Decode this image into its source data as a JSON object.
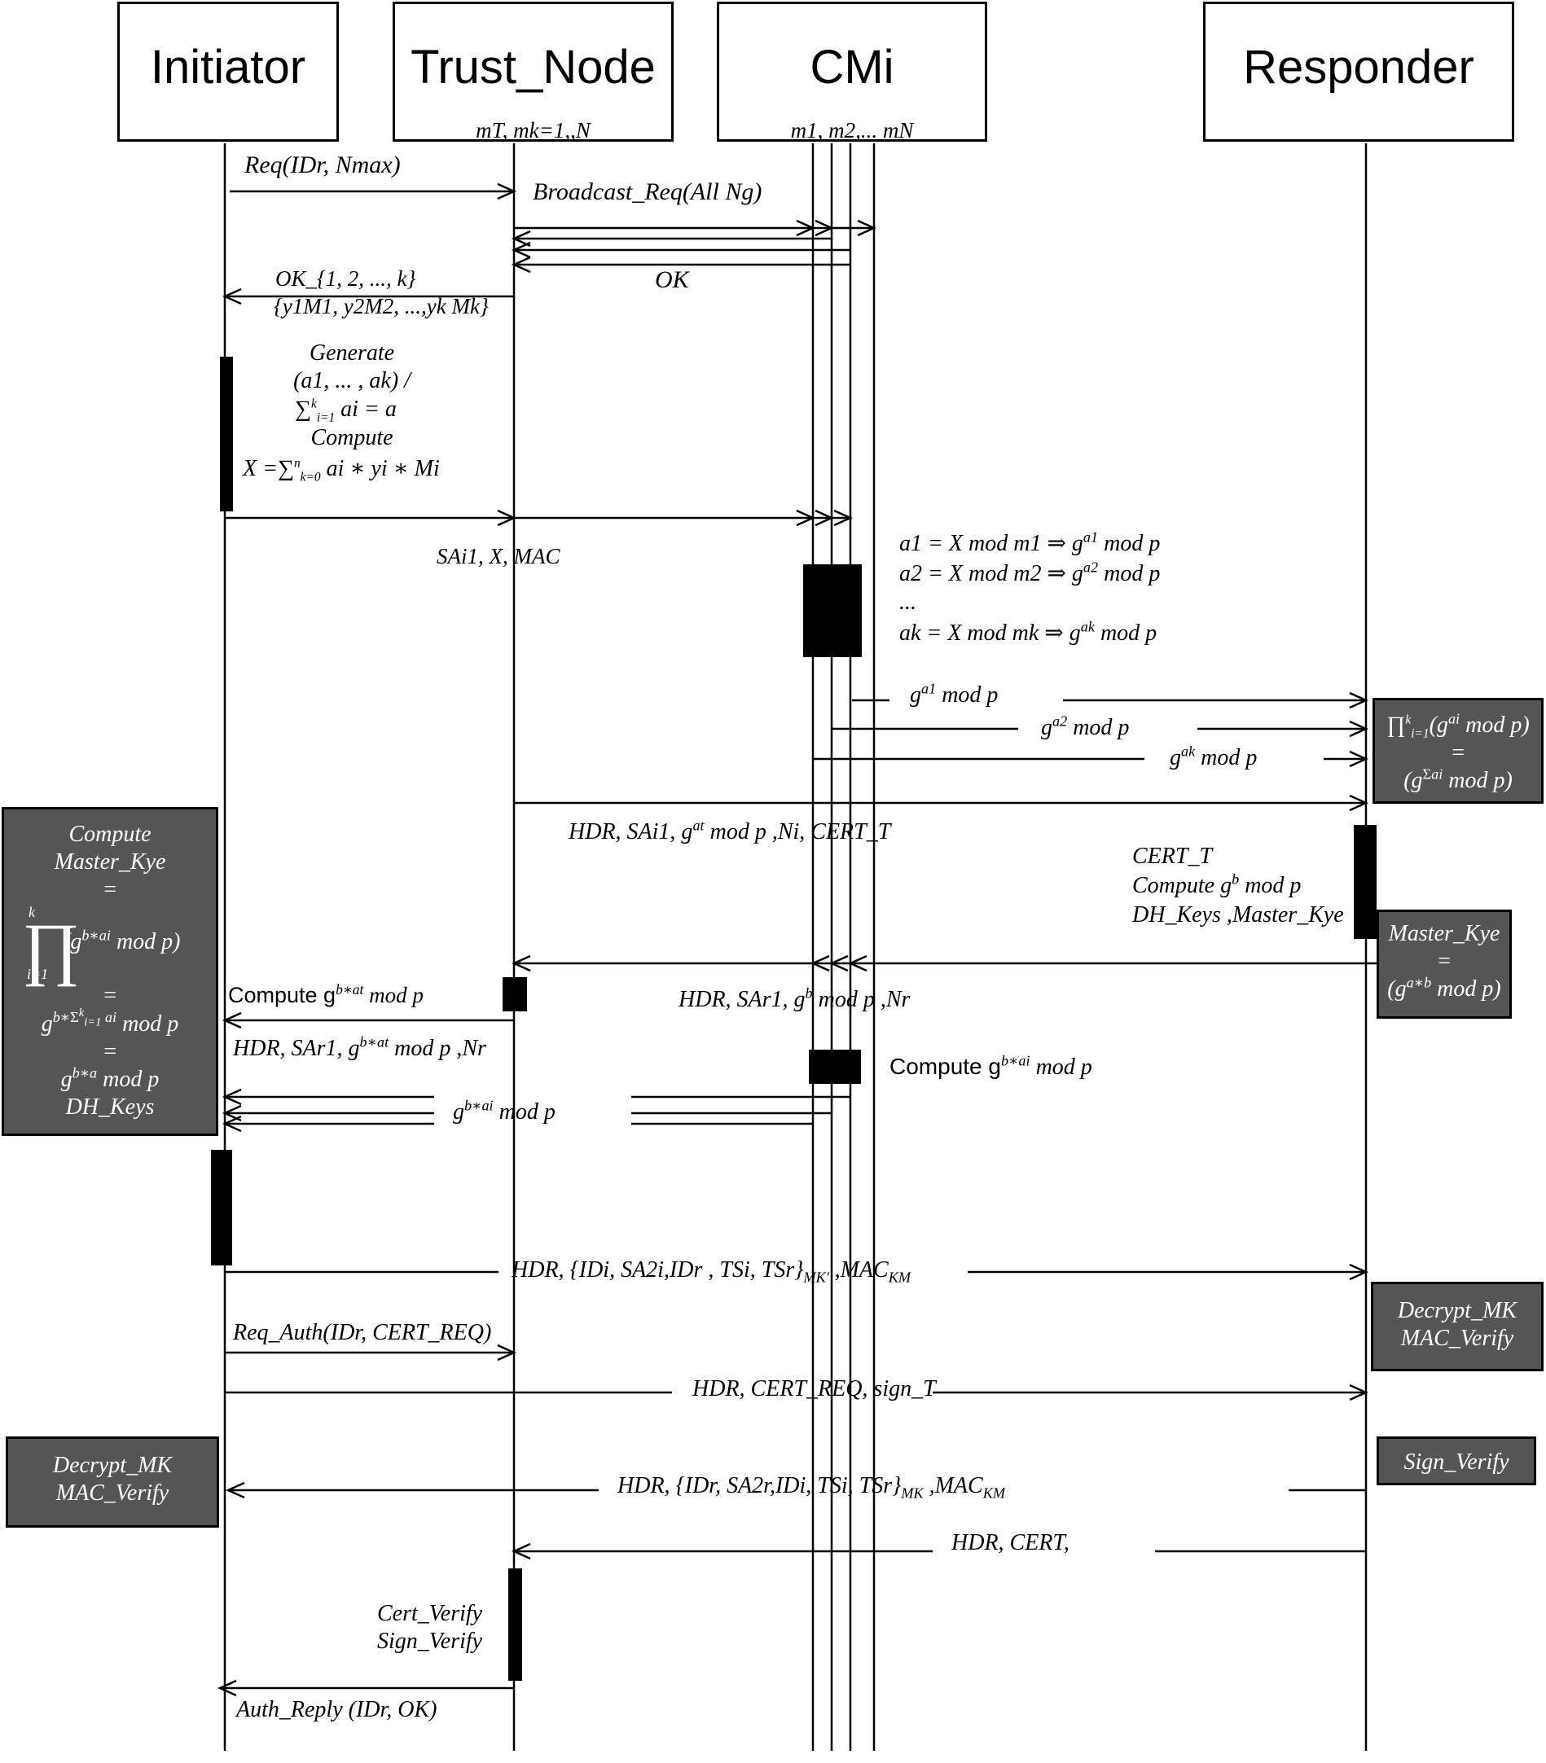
{
  "participants": {
    "initiator": {
      "title": "Initiator"
    },
    "trust_node": {
      "title": "Trust_Node",
      "sub": "mT,  mk=1,,N"
    },
    "cmi": {
      "title": "CMi",
      "sub": "m1, m2,... mN"
    },
    "responder": {
      "title": "Responder"
    }
  },
  "messages": {
    "req": "Req(IDr, Nmax)",
    "broadcast": "Broadcast_Req(All Ng)",
    "ok": "OK",
    "ok_set": "OK_{1, 2, ..., k}",
    "y_set": "{y1M1, y2M2, ...,yk Mk}",
    "sai1": "SAi1, X, MAC",
    "hdr_sai1": "HDR, SAi1, g",
    "hdr_sai1_exp": "at",
    "hdr_sai1_rest": " mod p ,Ni,  CERT_T",
    "hdr_sar1": "HDR, SAr1, g",
    "hdr_sar1_exp": "b",
    "hdr_sar1_rest": "  mod p ,Nr",
    "hdr_sar1_left": "HDR, SAr1, g",
    "hdr_sar1_left_exp": "b∗at",
    "hdr_sar1_left_rest": "  mod p ,Nr",
    "compute_bat": "Compute g",
    "compute_bat_exp": "b∗at",
    "compute_bat_rest": "  mod p",
    "compute_bai": "Compute g",
    "compute_bai_exp": "b∗ai",
    "compute_bai_rest": "  mod p",
    "g_bai": "g",
    "g_bai_exp": "b∗ai",
    "g_bai_rest": "  mod p",
    "g_a1": "g",
    "g_a1_exp": "a1",
    "g_a1_rest": "  mod p",
    "g_a2": "g",
    "g_a2_exp": "a2",
    "g_a2_rest": "  mod p",
    "g_ak": "g",
    "g_ak_exp": "ak",
    "g_ak_rest": "  mod p",
    "idi_msg": "HDR, {IDi, SA2i,IDr , TSi, TSr}",
    "idi_msg_sub": "MK'",
    "idi_msg_mac": "  ,MAC",
    "idi_msg_mac_sub": "KM",
    "req_auth": "Req_Auth(IDr, CERT_REQ)",
    "cert_req": "HDR, CERT_REQ, sign_T",
    "idr_msg": "HDR, {IDr, SA2r,IDi, TSi, TSr}",
    "idr_msg_sub": "MK",
    "idr_msg_mac": "  ,MAC",
    "idr_msg_mac_sub": "KM",
    "hdr_cert": "HDR, CERT,",
    "auth_reply": "Auth_Reply (IDr, OK)"
  },
  "notes": {
    "generate": "Generate",
    "a_list": "(a1, ... , ak) /",
    "sum_rest": " ai = a",
    "compute": "Compute",
    "x_eq": "X =",
    "x_rest": " ai ∗ yi  ∗ Mi",
    "cmi_eqs": [
      {
        "left": "a1 = X mod m1 ⇒  g",
        "exp": "a1",
        "right": "  mod p"
      },
      {
        "left": "a2 = X mod m2 ⇒ g",
        "exp": "a2",
        "right": "  mod p"
      },
      {
        "left": "...",
        "exp": "",
        "right": ""
      },
      {
        "left": "ak = X mod mk ⇒  g",
        "exp": "ak",
        "right": "  mod p"
      }
    ],
    "resp_cert": "CERT_T",
    "resp_compute": "Compute g",
    "resp_compute_exp": "b",
    "resp_compute_rest": " mod p",
    "resp_keys": "DH_Keys ,Master_Kye",
    "cert_verify": "Cert_Verify",
    "sign_verify": "Sign_Verify"
  },
  "boxes": {
    "product": {
      "eq": "=",
      "rhs_pre": "(g",
      "rhs_exp_pre": "Σ",
      "rhs_exp": "ai",
      "rhs_post": " mod p)",
      "lhs_tail": "(g",
      "lhs_exp": "ai",
      "lhs_post": " mod p)"
    },
    "master_kye_right": {
      "l1": "Master_Kye",
      "l2": "=",
      "l3": "(g",
      "l3_exp": "a∗b",
      "l3_post": " mod p)"
    },
    "compute_master": {
      "l1": "Compute",
      "l2": "Master_Kye",
      "l3": "=",
      "l4_exp": "b∗ai",
      "l4_post": " mod p)",
      "l5": "=",
      "l6_exp": "ai",
      "l6_post": " mod p",
      "l7": "=",
      "l8_exp": "b∗a",
      "l8_post": " mod p",
      "l9": "DH_Keys"
    },
    "decrypt_right": {
      "l1": "Decrypt_MK",
      "l2": "MAC_Verify"
    },
    "sign_verify_right": {
      "l1": "Sign_Verify"
    },
    "decrypt_left": {
      "l1": "Decrypt_MK",
      "l2": "MAC_Verify"
    }
  },
  "colors": {
    "box_fill": "#555555",
    "line": "#000000"
  }
}
